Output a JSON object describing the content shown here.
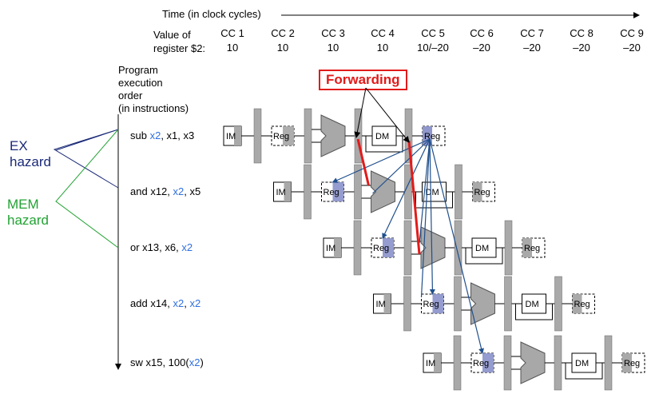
{
  "header": {
    "time_label": "Time (in clock cycles)",
    "value_label_line1": "Value of",
    "value_label_line2": "register $2:",
    "cycles": [
      {
        "label": "CC 1",
        "value": "10"
      },
      {
        "label": "CC 2",
        "value": "10"
      },
      {
        "label": "CC 3",
        "value": "10"
      },
      {
        "label": "CC 4",
        "value": "10"
      },
      {
        "label": "CC 5",
        "value": "10/–20"
      },
      {
        "label": "CC 6",
        "value": "–20"
      },
      {
        "label": "CC 7",
        "value": "–20"
      },
      {
        "label": "CC 8",
        "value": "–20"
      },
      {
        "label": "CC 9",
        "value": "–20"
      }
    ]
  },
  "order_label": [
    "Program",
    "execution",
    "order",
    "(in instructions)"
  ],
  "instructions": [
    {
      "op": "sub",
      "parts": [
        {
          "t": "x2",
          "hl": true
        },
        {
          "t": ", x1, x3",
          "hl": false
        }
      ]
    },
    {
      "op": "and",
      "parts": [
        {
          "t": "x12, ",
          "hl": false
        },
        {
          "t": "x2",
          "hl": true
        },
        {
          "t": ", x5",
          "hl": false
        }
      ]
    },
    {
      "op": "or",
      "parts": [
        {
          "t": "x13, x6, ",
          "hl": false
        },
        {
          "t": "x2",
          "hl": true
        }
      ]
    },
    {
      "op": "add",
      "parts": [
        {
          "t": "x14, ",
          "hl": false
        },
        {
          "t": "x2",
          "hl": true
        },
        {
          "t": ", ",
          "hl": false
        },
        {
          "t": "x2",
          "hl": true
        }
      ]
    },
    {
      "op": "sw",
      "parts": [
        {
          "t": "x15, 100(",
          "hl": false
        },
        {
          "t": "x2",
          "hl": true
        },
        {
          "t": ")",
          "hl": false
        }
      ]
    }
  ],
  "hazards": {
    "ex_line1": "EX",
    "ex_line2": "hazard",
    "mem_line1": "MEM",
    "mem_line2": "hazard"
  },
  "forwarding_label": "Forwarding",
  "stages": {
    "im": "IM",
    "reg": "Reg",
    "dm": "DM"
  },
  "colors": {
    "highlight_reg": "#8f97cc",
    "pipeline_register": "#a9a9a9",
    "alu": "#a8a8a8",
    "forward_line": "#e21b1b",
    "dependency_line": "#1f4f8c",
    "ex_hazard": "#1b2a78",
    "mem_hazard": "#22a233",
    "x2_text": "#2f6fdf"
  }
}
